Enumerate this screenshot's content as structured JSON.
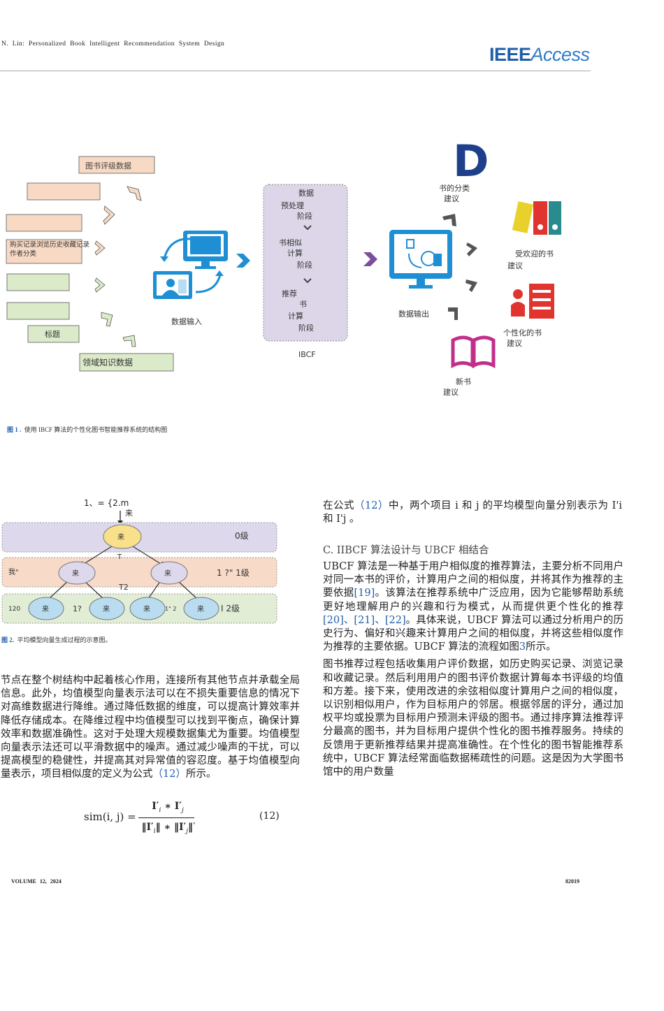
{
  "header": {
    "running_title": "N. Lin: Personalized Book Intelligent Recommendation System Design",
    "logo_bold": "IEEE",
    "logo_light": "Access"
  },
  "fig1": {
    "left_boxes": [
      "图书评级数据",
      "购买记录浏览历史收藏记录作者分类",
      "标题",
      "领域知识数据"
    ],
    "data_input": "数据输入",
    "ibcf_steps": [
      "数据",
      "预处理",
      "阶段",
      "书相似",
      "计算",
      "阶段",
      "推荐",
      "书",
      "计算",
      "阶段"
    ],
    "ibcf_label": "IBCF",
    "data_output": "数据输出",
    "right_labels": {
      "d_letter": "D",
      "category_1": "书的分类",
      "category_2": "建议",
      "popular_1": "受欢迎的书",
      "popular_2": "建议",
      "personal_1": "个性化的书",
      "personal_2": "建议",
      "newbook_1": "新书",
      "newbook_2": "建议"
    },
    "caption_label": "图 1 .",
    "caption_text": "使用 IBCF 算法的个性化图书智能推荐系统的结构图"
  },
  "fig2": {
    "top_text": "1、= {2.m",
    "arrow_label": "来",
    "root": "来",
    "level0": "0级",
    "t1": "T",
    "t2": "T2",
    "row1_left": "我\"",
    "row1_nodes": [
      "来",
      "来"
    ],
    "level1": "1 ?\" 1级",
    "row2_left": "120",
    "row2_nodes": [
      "来",
      "来",
      "来",
      "来"
    ],
    "row2_mid1": "1?",
    "row2_mid2": "1\" 2",
    "level2": "I 2级",
    "caption_label": "图 2.",
    "caption_text": "平均模型向量生成过程的示意图。"
  },
  "left_col": {
    "paragraph_a": "节点在整个树结构中起着核心作用，连接所有其他节点并承载全局信息。此外，均值模型向量表示法可以在不损失重要信息的情况下对高维数据进行降维。通过降低数据的维度，可以提高计算效率并降低存储成本。在降维过程中均值模型可以找到平衡点，确保计算效率和数据准确性。这对于处理大规模数据集尤为重要。均值模型向量表示法还可以平滑数据中的噪声。通过减少噪声的干扰，可以提高模型的稳健性，并提高其对异常值的容忍度。基于均值模型向量表示，项目相似度的定义为公式",
    "paragraph_ref": "（12）",
    "paragraph_b": "所示。",
    "eq_lhs": "sim(i, j) =",
    "eq_num": "(12)"
  },
  "right_col": {
    "p1_a": "在公式",
    "p1_ref": "（12）",
    "p1_b": "中，两个项目 i 和 j 的平均模型向量分别表示为 I'i 和 I'j 。",
    "section": "C. IIBCF 算法设计与 UBCF 相结合",
    "p2_a": "UBCF 算法是一种基于用户相似度的推荐算法，主要分析不同用户对同一本书的评价，计算用户之间的相似度，并将其作为推荐的主要依据",
    "p2_r1": "[19]",
    "p2_b": "。该算法在推荐系统中广泛应用，因为它能够帮助系统更好地理解用户的兴趣和行为模式，从而提供更个性化的推荐",
    "p2_r2": "[20]、[21]、[22]",
    "p2_c": "。具体来说，UBCF 算法可以通过分析用户的历史行为、偏好和兴趣来计算用户之间的相似度，并将这些相似度作为推荐的主要依据。UBCF 算法的流程如图",
    "p2_r3": "3",
    "p2_d": "所示。",
    "p3": "图书推荐过程包括收集用户评价数据，如历史购买记录、浏览记录和收藏记录。然后利用用户的图书评价数据计算每本书评级的均值和方差。接下来，使用改进的余弦相似度计算用户之间的相似度，以识别相似用户，作为目标用户的邻居。根据邻居的评分，通过加权平均或投票为目标用户预测未评级的图书。通过排序算法推荐评分最高的图书，并为目标用户提供个性化的图书推荐服务。持续的反馈用于更新推荐结果并提高准确性。在个性化的图书智能推荐系统中，UBCF 算法经常面临数据稀疏性的问题。这是因为大学图书馆中的用户数量"
  },
  "footer": {
    "left": "VOLUME 12, 2024",
    "right": "82019"
  },
  "colors": {
    "accent_blue": "#1f5fa8",
    "box_orange": "#f8d9c4",
    "box_green": "#dbeac9",
    "ibcf_lavender": "#dcd6e8",
    "level0_band": "#ddd8ec",
    "level1_band": "#f8dac8",
    "level2_band": "#e2edd6"
  }
}
